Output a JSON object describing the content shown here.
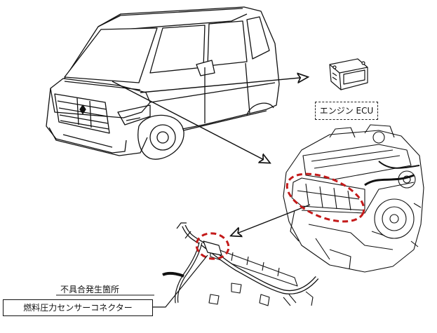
{
  "labels": {
    "ecu": "エンジン ECU",
    "fault_location": "不具合発生箇所",
    "connector": "燃料圧力センサーコネクター"
  },
  "colors": {
    "line": "#111111",
    "highlight": "#c41a1a"
  },
  "icons": {
    "vehicle": "minivan-illustration",
    "ecu": "engine-ecu-module-illustration",
    "engine": "engine-assembly-illustration",
    "harness": "wire-harness-illustration"
  }
}
